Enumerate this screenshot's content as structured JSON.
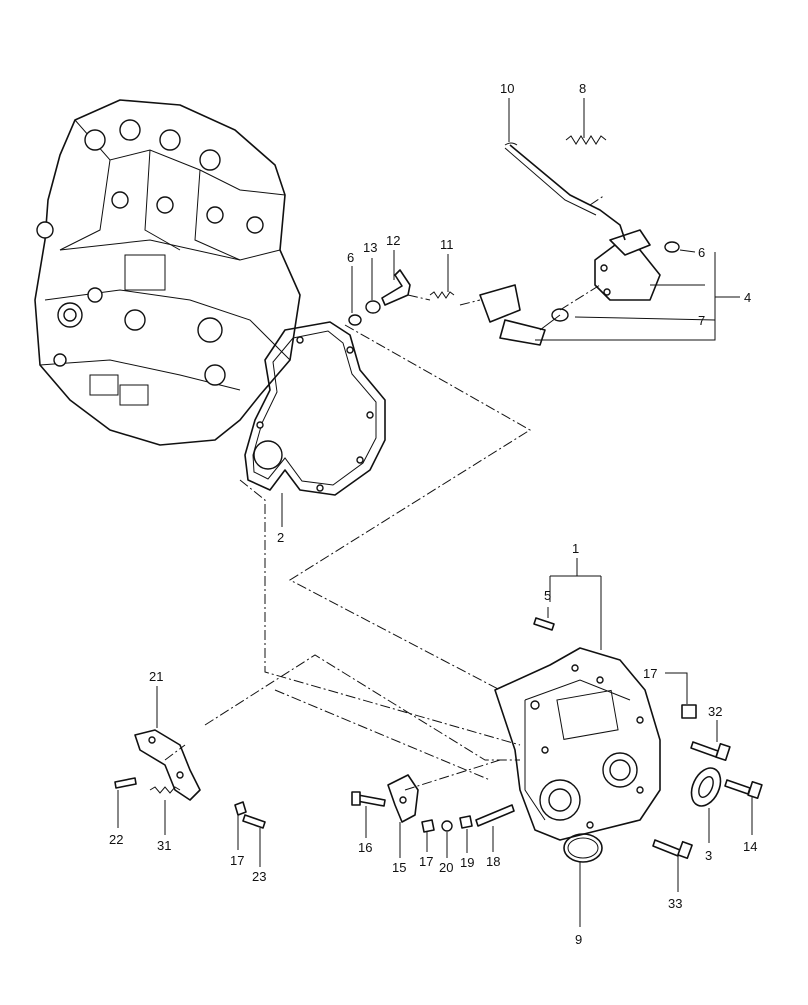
{
  "callouts": {
    "c1": "1",
    "c2": "2",
    "c3": "3",
    "c4": "4",
    "c5": "5",
    "c6a": "6",
    "c6b": "6",
    "c7": "7",
    "c8": "8",
    "c9": "9",
    "c10": "10",
    "c11": "11",
    "c12": "12",
    "c13": "13",
    "c14": "14",
    "c15": "15",
    "c16": "16",
    "c17a": "17",
    "c17b": "17",
    "c17c": "17",
    "c18": "18",
    "c19": "19",
    "c20": "20",
    "c21": "21",
    "c22": "22",
    "c23": "23",
    "c31": "31",
    "c32": "32",
    "c33": "33"
  }
}
